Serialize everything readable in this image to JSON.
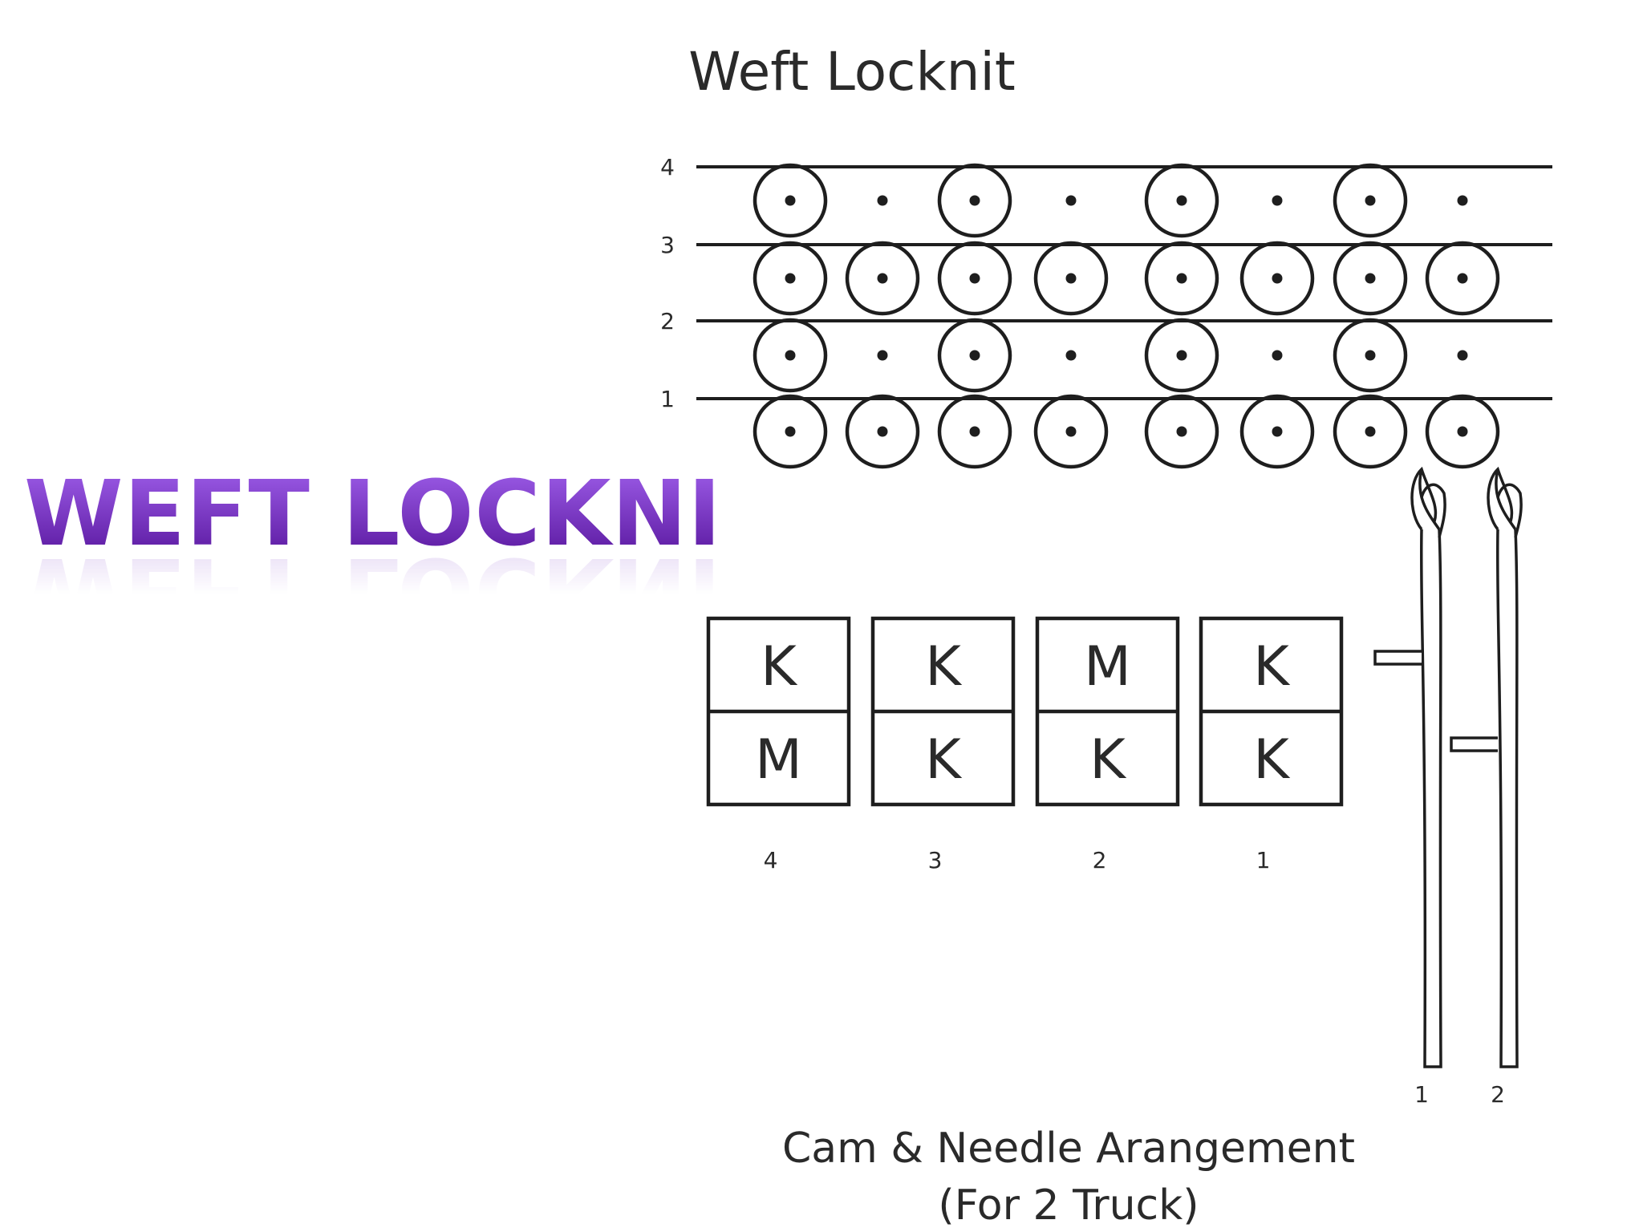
{
  "slide": {
    "title": "WEFT LOCKNIT"
  },
  "diagram": {
    "title": "Weft Locknit",
    "course_labels": [
      "4",
      "3",
      "2",
      "1"
    ],
    "courses": [
      {
        "label": "4",
        "loops": [
          "loop",
          "dot",
          "loop",
          "dot",
          "loop",
          "dot",
          "loop",
          "dot"
        ]
      },
      {
        "label": "3",
        "loops": [
          "loop",
          "loop",
          "loop",
          "loop",
          "loop",
          "loop",
          "loop",
          "loop"
        ]
      },
      {
        "label": "2",
        "loops": [
          "loop",
          "dot",
          "loop",
          "dot",
          "loop",
          "dot",
          "loop",
          "dot"
        ]
      },
      {
        "label": "1",
        "loops": [
          "loop",
          "loop",
          "loop",
          "loop",
          "loop",
          "loop",
          "loop",
          "loop"
        ]
      }
    ],
    "cams": [
      {
        "label": "4",
        "top": "K",
        "bottom": "M"
      },
      {
        "label": "3",
        "top": "K",
        "bottom": "K"
      },
      {
        "label": "2",
        "top": "M",
        "bottom": "K"
      },
      {
        "label": "1",
        "top": "K",
        "bottom": "K"
      }
    ],
    "needles": [
      {
        "label": "1"
      },
      {
        "label": "2"
      }
    ],
    "caption_line1": "Cam & Needle Arangement",
    "caption_line2": "(For 2 Truck)"
  },
  "colors": {
    "title_purple": "#6f2cc4",
    "line": "#1e1e1e"
  }
}
